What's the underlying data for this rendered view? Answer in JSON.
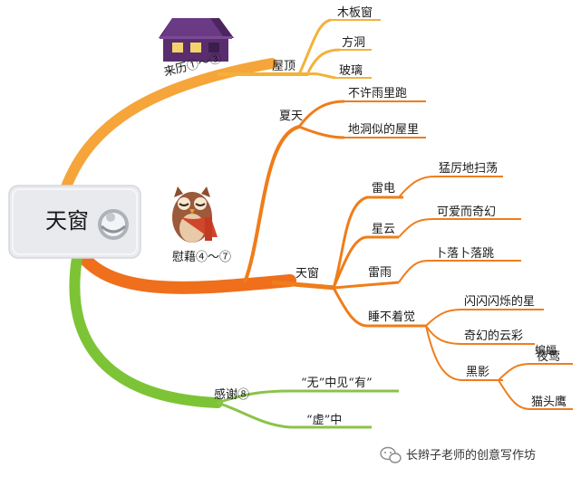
{
  "central": {
    "title": "天窗"
  },
  "branches": {
    "origin": {
      "label": "来历①～③",
      "sub": {
        "label": "屋顶",
        "items": [
          "木板窗",
          "方洞",
          "玻璃"
        ]
      }
    },
    "comfort": {
      "label": "慰藉④～⑦",
      "summer": {
        "label": "夏天",
        "items": [
          "不许雨里跑",
          "地洞似的屋里"
        ]
      },
      "window": {
        "label": "天窗",
        "thunder": {
          "label": "雷电",
          "detail": "猛厉地扫荡"
        },
        "stars": {
          "label": "星云",
          "detail": "可爱而奇幻"
        },
        "rain": {
          "label": "雷雨",
          "detail": "卜落卜落跳"
        },
        "sleepless": {
          "label": "睡不着觉",
          "items": [
            "闪闪闪烁的星",
            "奇幻的云彩"
          ],
          "bat": "蝙蝠",
          "shadow": {
            "label": "黑影",
            "items": [
              "夜莺",
              "猫头鹰"
            ]
          }
        }
      }
    },
    "gratitude": {
      "label": "感谢⑧",
      "items": [
        "“无”中见“有”",
        "“虚”中"
      ]
    }
  },
  "watermark": {
    "text": "长辫子老师的创意写作坊"
  },
  "colors": {
    "branch_orange": "#f07a1e",
    "branch_light_orange": "#f6a53a",
    "branch_green": "#7cc436",
    "sub_orange": "#ef7d1a",
    "sub_yellow": "#f2b23a",
    "sub_green": "#8bc34a",
    "house_purple": "#5a2e6e"
  }
}
